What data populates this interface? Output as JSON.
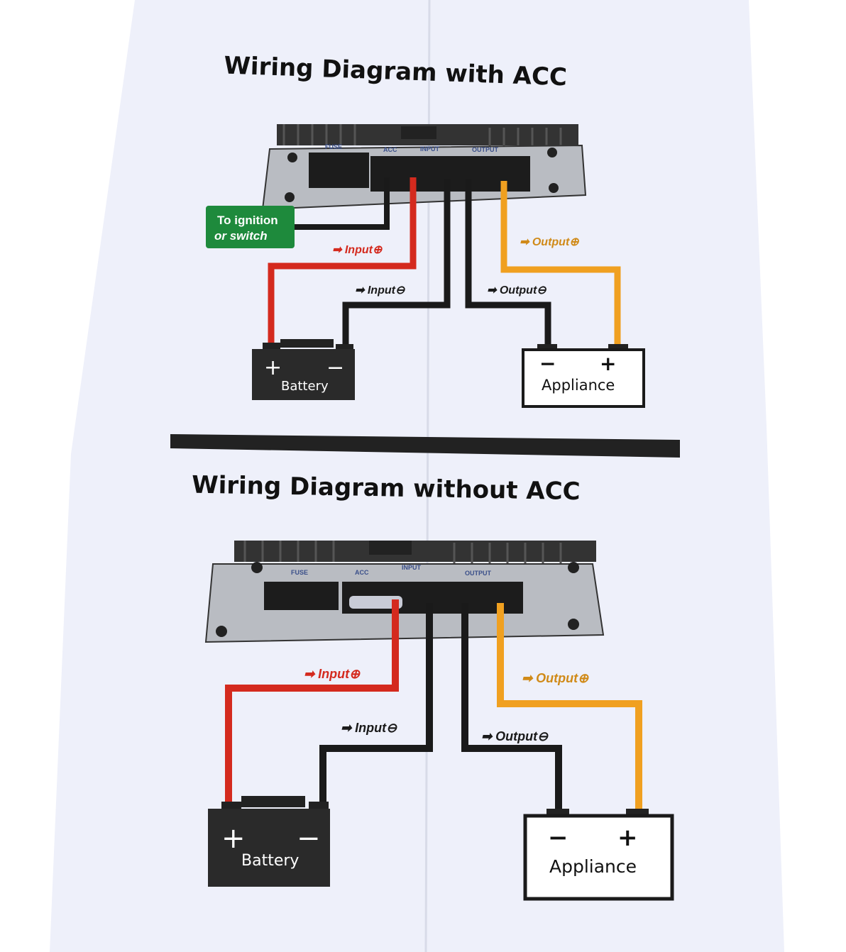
{
  "top_diagram": {
    "title": "Wiring Diagram with ACC",
    "device_labels": {
      "fuse": "FUSE",
      "acc": "ACC",
      "input": "INPUT",
      "output": "OUTPUT"
    },
    "ignition_label_line1": "To ignition",
    "ignition_label_line2": "or switch",
    "input_pos": "Input⊕",
    "input_neg": "Input⊖",
    "output_pos": "Output⊕",
    "output_neg": "Output⊖",
    "battery": {
      "plus": "+",
      "minus": "−",
      "label": "Battery"
    },
    "appliance": {
      "plus": "+",
      "minus": "−",
      "label": "Appliance"
    }
  },
  "bottom_diagram": {
    "title": "Wiring Diagram without ACC",
    "device_labels": {
      "fuse": "FUSE",
      "acc": "ACC",
      "input": "INPUT",
      "output": "OUTPUT"
    },
    "input_pos": "Input⊕",
    "input_neg": "Input⊖",
    "output_pos": "Output⊕",
    "output_neg": "Output⊖",
    "battery": {
      "plus": "+",
      "minus": "−",
      "label": "Battery"
    },
    "appliance": {
      "plus": "+",
      "minus": "−",
      "label": "Appliance"
    }
  },
  "colors": {
    "positive_wire": "#d42a1e",
    "negative_wire": "#1a1a1a",
    "output_positive_wire": "#f0a020",
    "ignition_label": "#1e8a3c",
    "paper": "#eef0fa"
  }
}
